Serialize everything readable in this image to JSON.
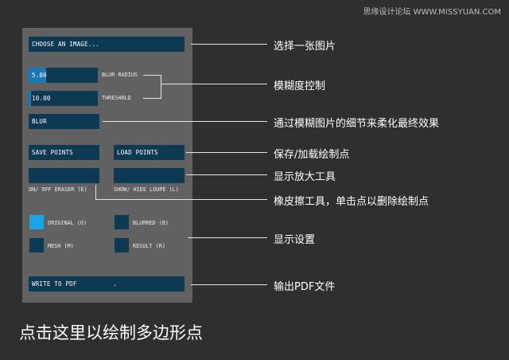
{
  "watermark": "思缘设计论坛 WWW.MISSYUAN.COM",
  "panel": {
    "choose_image": "CHOOSE AN IMAGE...",
    "blur_radius": {
      "value": "5.00",
      "label": "BLUR RADIUS",
      "fill_fraction": 0.25
    },
    "threshold": {
      "value": "10.00",
      "label": "THRESHOLD",
      "fill_fraction": 0.03
    },
    "blur_button": "BLUR",
    "save_points": "SAVE POINTS",
    "load_points": "LOAD POINTS",
    "eraser_label": "ON/ OFF ERASER (E)",
    "loupe_label": "SHOW/ HIDE LOUPE (L)",
    "original_label": "ORIGINAL (O)",
    "blurred_label": "BLURRED (B)",
    "mesh_label": "MESH (M)",
    "result_label": "RESULT (R)",
    "write_pdf": "WRITE TO PDF",
    "write_pdf_mark": "."
  },
  "annotations": {
    "choose": "选择一张图片",
    "blur_controls": "模糊度控制",
    "blur_desc": "通过模糊图片的细节来柔化最终效果",
    "save_load": "保存/加载绘制点",
    "loupe": "显示放大工具",
    "eraser": "橡皮擦工具，单击点以删除绘制点",
    "display": "显示设置",
    "pdf": "输出PDF文件"
  },
  "bottom_note": "点击这里以绘制多边形点",
  "colors": {
    "background": "#2f2f2f",
    "panel": "#616161",
    "control": "#0d3a52",
    "slider_fill": "#1b78b7",
    "toggle_active": "#1aa6e4"
  }
}
